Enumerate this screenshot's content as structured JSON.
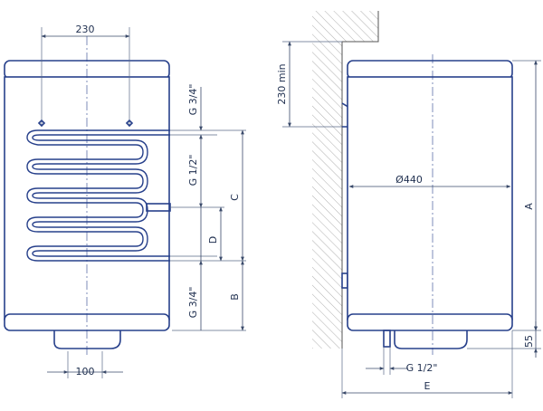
{
  "labels": {
    "coil_spacing": "230",
    "bottom_width": "100",
    "top_thread": "G 3/4\"",
    "middle_thread": "G 1/2\"",
    "bottom_thread": "G 3/4\"",
    "dim_c": "C",
    "dim_d": "D",
    "dim_b": "B",
    "wall_min": "230 min",
    "diameter": "Ø440",
    "dim_a": "A",
    "bottom_offset": "55",
    "outlet_thread": "G 1/2\"",
    "dim_e": "E"
  },
  "colors": {
    "outline": "#27408b",
    "dimension": "#3a4a6a",
    "hatch": "#7a7a7a"
  }
}
